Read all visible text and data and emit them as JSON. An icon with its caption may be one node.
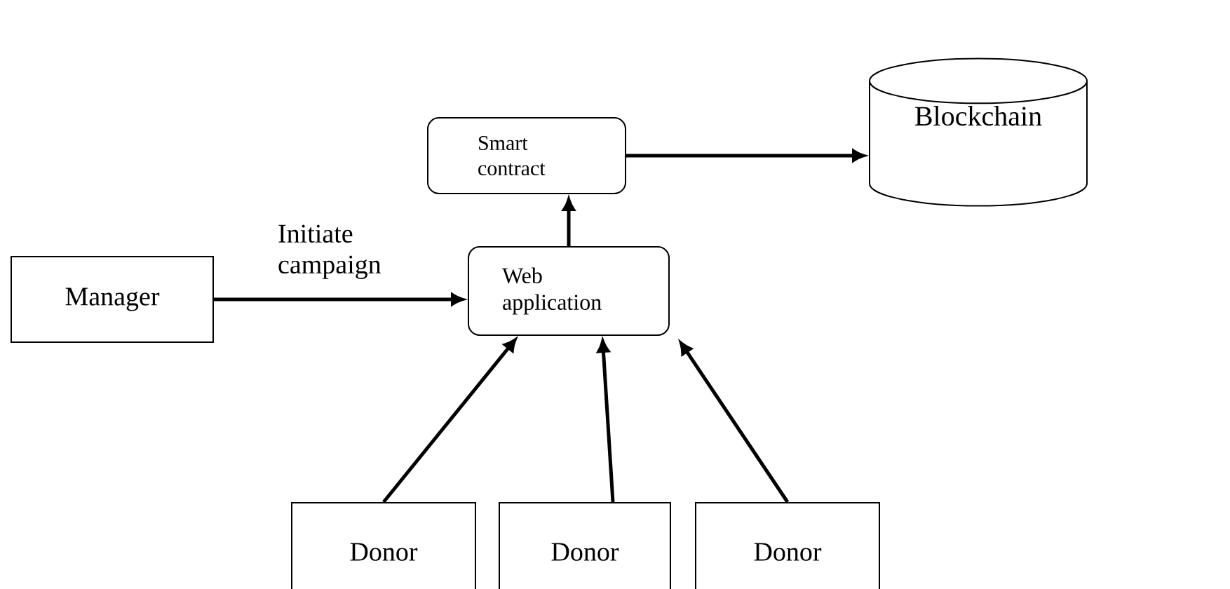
{
  "diagram": {
    "nodes": [
      {
        "text": [
          "Smart contract"
        ]
      },
      {
        "text": [
          "Blockchain"
        ]
      },
      {
        "text": [
          "Manager"
        ]
      },
      {
        "text": [
          "Web application"
        ]
      },
      {
        "text": [
          "Donor"
        ]
      },
      {
        "text": [
          "Donor"
        ]
      },
      {
        "text": [
          "Donor"
        ]
      }
    ],
    "edges": [
      {
        "from": 3,
        "to": 0,
        "arrow": "to"
      },
      {
        "from": 0,
        "to": 1,
        "arrow": "to"
      },
      {
        "from": 2,
        "to": 3,
        "arrow": "to",
        "label": "Initiate campaign"
      },
      {
        "from": 4,
        "to": 3,
        "arrow": "to"
      },
      {
        "from": 5,
        "to": 3,
        "arrow": "to"
      },
      {
        "from": 6,
        "to": 3,
        "arrow": "to"
      }
    ]
  }
}
